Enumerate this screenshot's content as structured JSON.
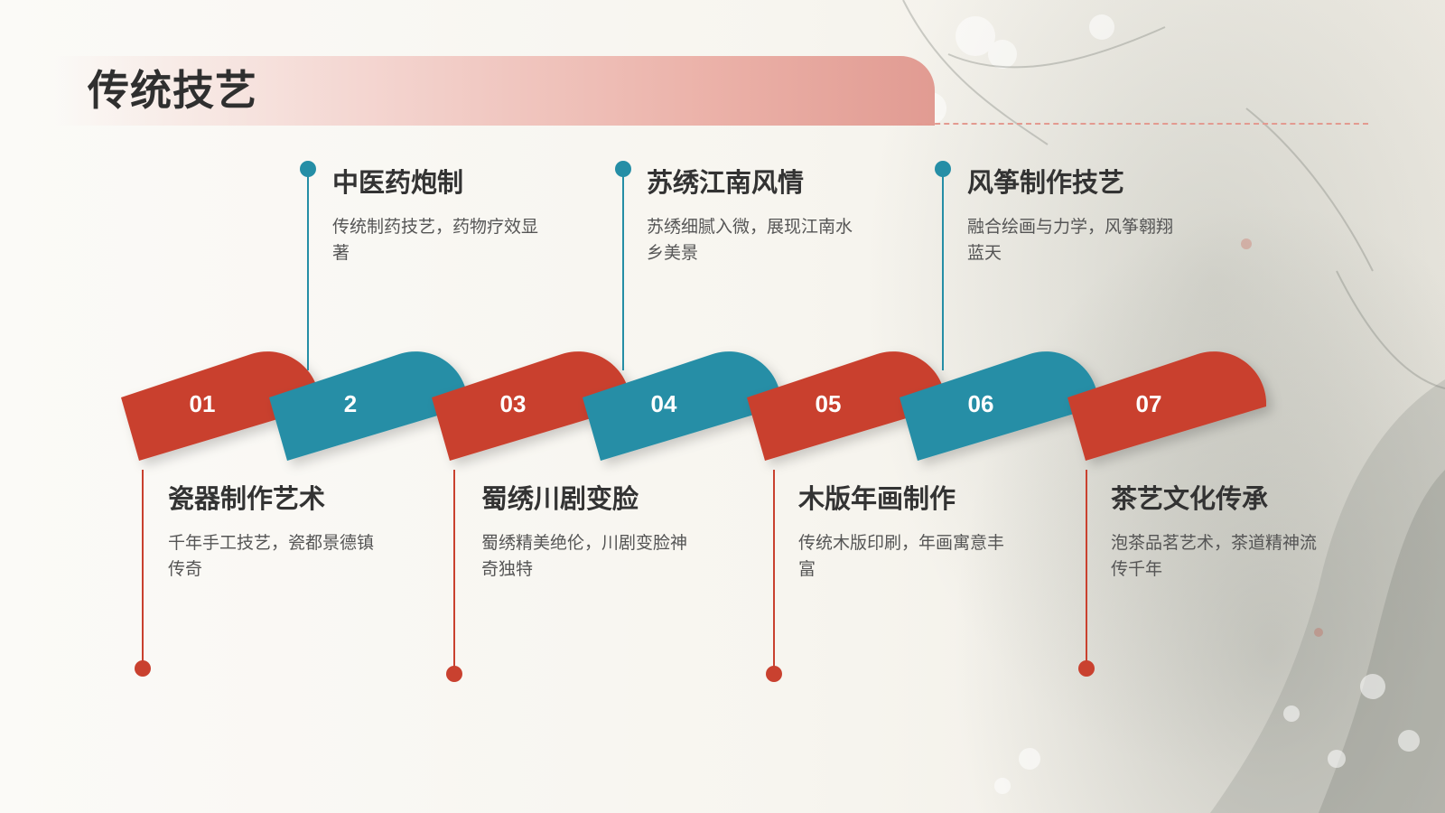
{
  "title": "传统技艺",
  "colors": {
    "red": "#c9412f",
    "teal": "#258ea6",
    "title_band_end": "#e19b92",
    "background": "#f7f5ef"
  },
  "steps": [
    {
      "num": "01",
      "color": "red"
    },
    {
      "num": "2",
      "color": "teal"
    },
    {
      "num": "03",
      "color": "red"
    },
    {
      "num": "04",
      "color": "teal"
    },
    {
      "num": "05",
      "color": "red"
    },
    {
      "num": "06",
      "color": "teal"
    },
    {
      "num": "07",
      "color": "red"
    }
  ],
  "top_items": [
    {
      "title": "中医药炮制",
      "desc": "传统制药技艺，药物疗效显著"
    },
    {
      "title": "苏绣江南风情",
      "desc": "苏绣细腻入微，展现江南水乡美景"
    },
    {
      "title": "风筝制作技艺",
      "desc": "融合绘画与力学，风筝翱翔蓝天"
    }
  ],
  "bottom_items": [
    {
      "title": "瓷器制作艺术",
      "desc": "千年手工技艺，瓷都景德镇传奇"
    },
    {
      "title": "蜀绣川剧变脸",
      "desc": "蜀绣精美绝伦，川剧变脸神奇独特"
    },
    {
      "title": "木版年画制作",
      "desc": "传统木版印刷，年画寓意丰富"
    },
    {
      "title": "茶艺文化传承",
      "desc": "泡茶品茗艺术，茶道精神流传千年"
    }
  ]
}
